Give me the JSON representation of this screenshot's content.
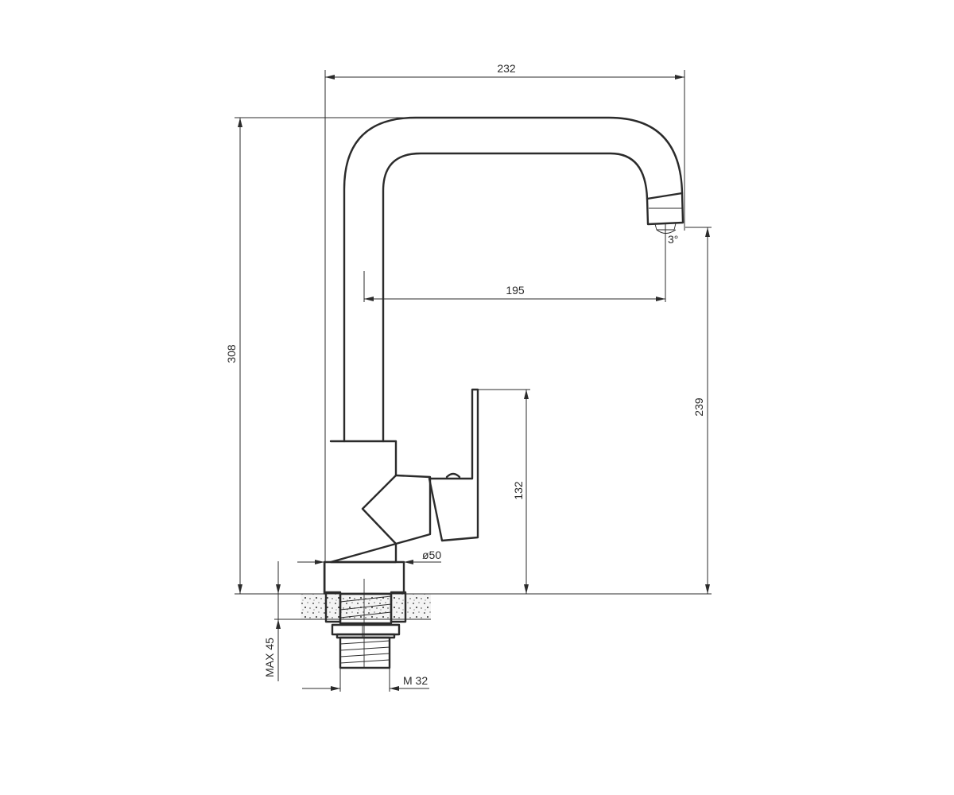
{
  "drawing": {
    "dimensions": {
      "overall_width": "232",
      "spout_reach": "195",
      "total_height": "308",
      "spout_outlet_height": "239",
      "lever_height": "132",
      "base_diameter": "ø50",
      "spout_angle": "3°",
      "max_counter_thickness": "MAX 45",
      "thread_size": "M 32"
    },
    "colors": {
      "line": "#2b2b2b",
      "background": "#ffffff"
    }
  }
}
